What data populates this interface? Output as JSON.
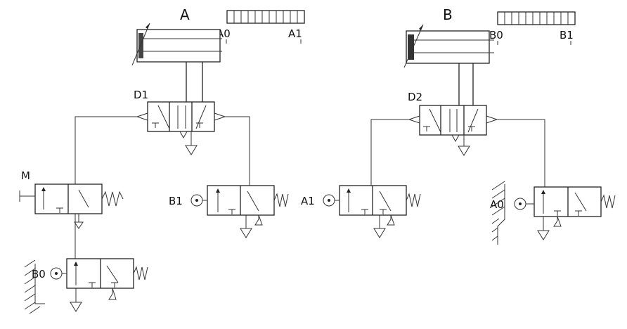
{
  "section_labels": {
    "left": "A",
    "right": "B"
  },
  "cylinders": {
    "A": {
      "retracted_label": "A0",
      "extended_label": "A1"
    },
    "B": {
      "retracted_label": "B0",
      "extended_label": "B1"
    }
  },
  "directional_valves": {
    "A": "D1",
    "B": "D2"
  },
  "manual_valve_label": "M",
  "limit_valves": {
    "bottom_left": "B0",
    "middle_left": "B1",
    "middle_right": "A1",
    "far_right": "A0"
  },
  "colors": {
    "line": "#222222",
    "background": "#ffffff"
  }
}
